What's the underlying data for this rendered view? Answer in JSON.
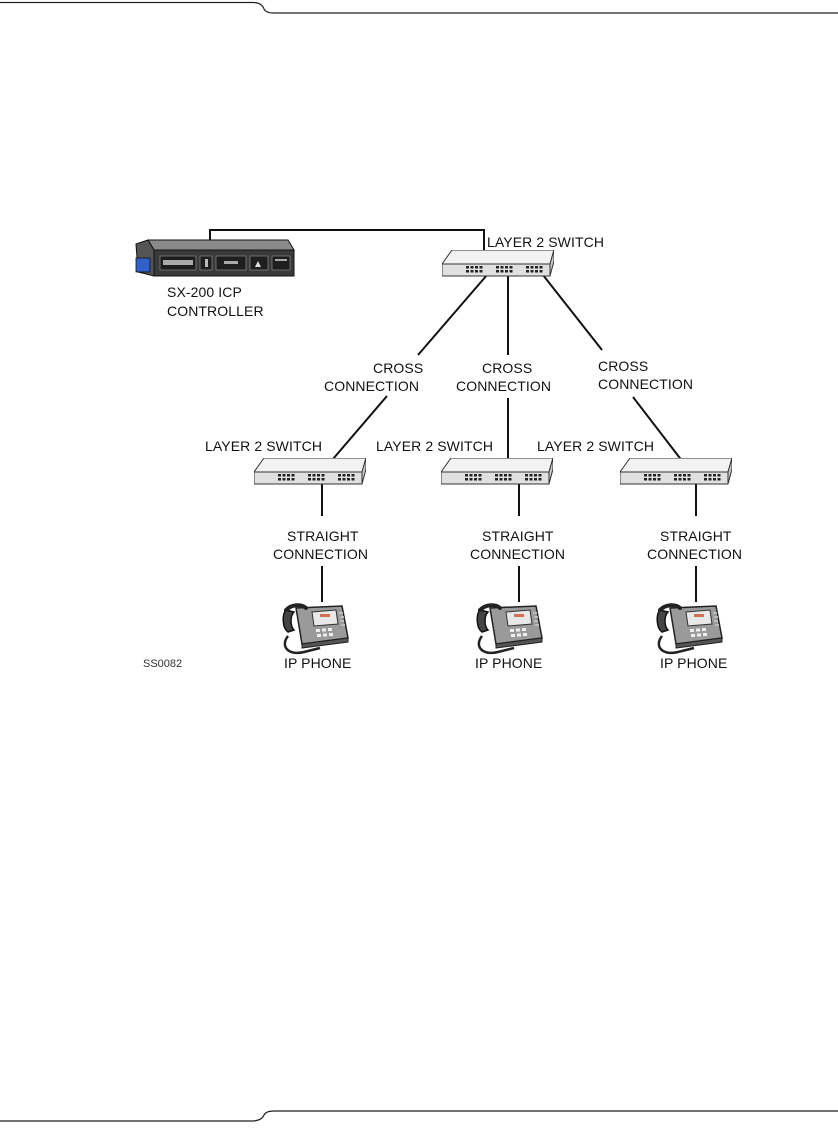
{
  "diagram": {
    "controller": {
      "line1": "SX-200 ICP",
      "line2": "CONTROLLER"
    },
    "switches": {
      "top": "LAYER 2 SWITCH",
      "left": "LAYER 2 SWITCH",
      "middle": "LAYER 2 SWITCH",
      "right": "LAYER 2 SWITCH"
    },
    "cross_connections": {
      "left": {
        "line1": "CROSS",
        "line2": "CONNECTION"
      },
      "middle": {
        "line1": "CROSS",
        "line2": "CONNECTION"
      },
      "right": {
        "line1": "CROSS",
        "line2": "CONNECTION"
      }
    },
    "straight_connections": {
      "left": {
        "line1": "STRAIGHT",
        "line2": "CONNECTION"
      },
      "middle": {
        "line1": "STRAIGHT",
        "line2": "CONNECTION"
      },
      "right": {
        "line1": "STRAIGHT",
        "line2": "CONNECTION"
      }
    },
    "phones": {
      "left": "IP PHONE",
      "middle": "IP PHONE",
      "right": "IP PHONE"
    },
    "figure_code": "SS0082"
  }
}
